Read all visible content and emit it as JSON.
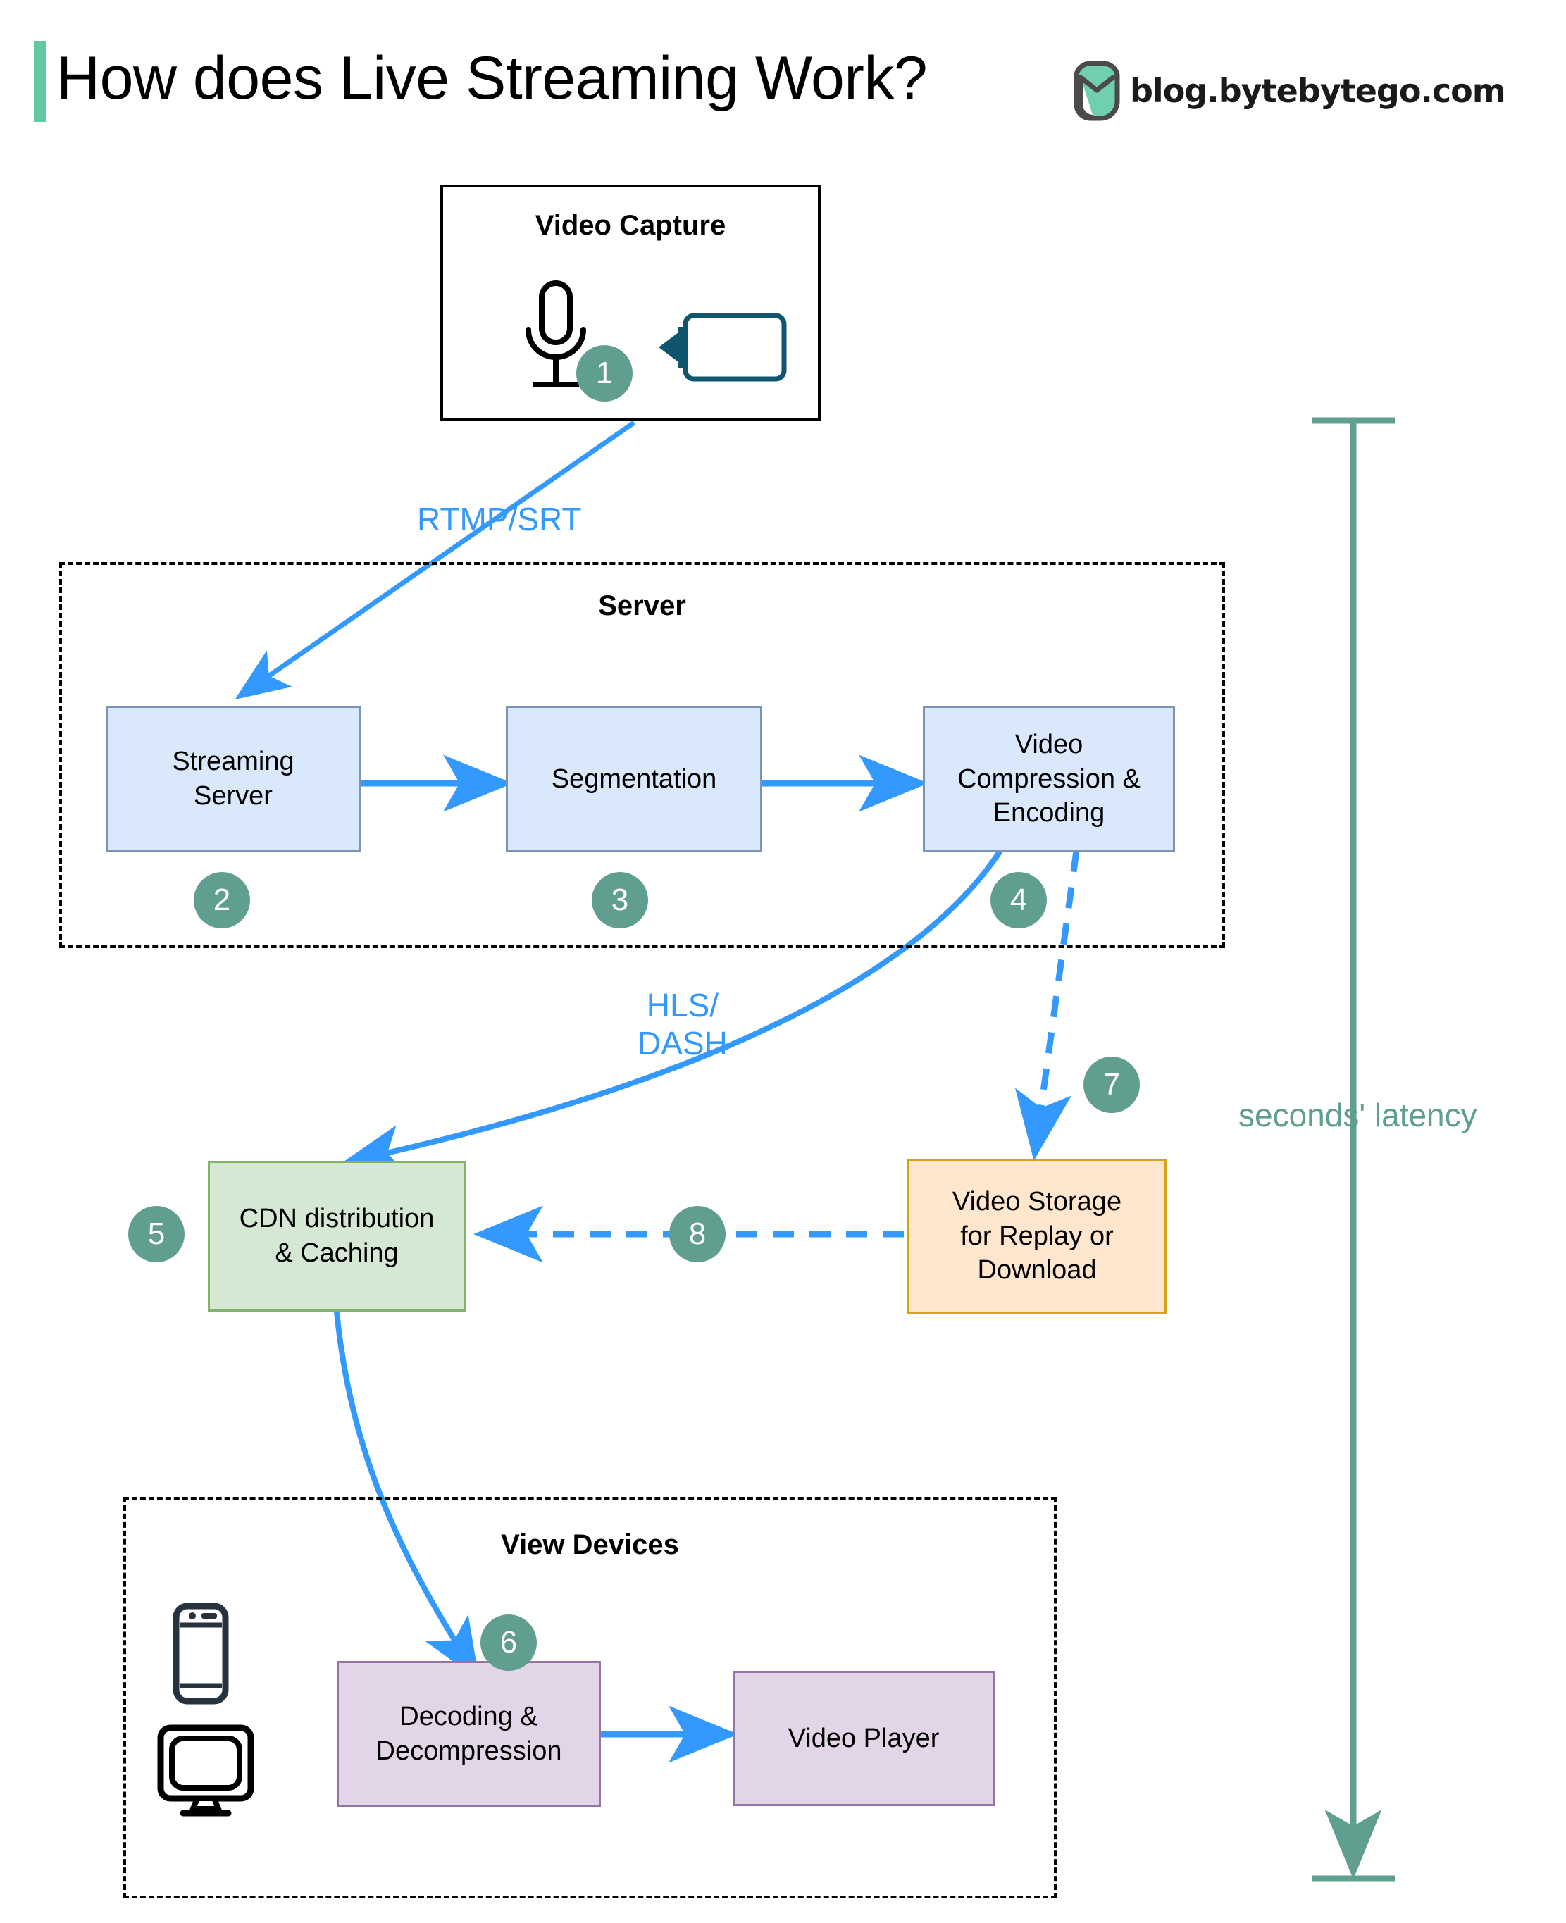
{
  "header": {
    "title": "How does Live Streaming Work?",
    "brand_text": "blog.bytebytego.com",
    "accent_color": "#63c7a0",
    "logo_icon": "bytebytego-logo-icon"
  },
  "diagram": {
    "type": "flowchart",
    "groups": [
      {
        "id": "capture",
        "label": "Video Capture",
        "style": "solid-border"
      },
      {
        "id": "server",
        "label": "Server",
        "style": "dashed-border"
      },
      {
        "id": "view_devices",
        "label": "View Devices",
        "style": "dashed-border"
      }
    ],
    "nodes": [
      {
        "id": "capture_devices",
        "label": "",
        "badge": "1",
        "group": "capture",
        "icons": [
          "microphone-icon",
          "video-camera-icon"
        ],
        "fill": "#ffffff"
      },
      {
        "id": "streaming_server",
        "label": "Streaming\nServer",
        "badge": "2",
        "group": "server",
        "fill": "#dae8fc",
        "stroke": "#7d93b5"
      },
      {
        "id": "segmentation",
        "label": "Segmentation",
        "badge": "3",
        "group": "server",
        "fill": "#dae8fc",
        "stroke": "#7d93b5"
      },
      {
        "id": "encoding",
        "label": "Video\nCompression &\nEncoding",
        "badge": "4",
        "group": "server",
        "fill": "#dae8fc",
        "stroke": "#7d93b5"
      },
      {
        "id": "cdn",
        "label": "CDN distribution\n& Caching",
        "badge": "5",
        "group": null,
        "fill": "#d5e8d4",
        "stroke": "#82b366"
      },
      {
        "id": "storage",
        "label": "Video Storage\nfor Replay or\nDownload",
        "badge": null,
        "group": null,
        "fill": "#ffe6cc",
        "stroke": "#d6a217"
      },
      {
        "id": "decoding",
        "label": "Decoding &\nDecompression",
        "badge": "6",
        "group": "view_devices",
        "fill": "#e1d5e7",
        "stroke": "#9673a6"
      },
      {
        "id": "player",
        "label": "Video Player",
        "badge": null,
        "group": "view_devices",
        "fill": "#e1d5e7",
        "stroke": "#9673a6"
      }
    ],
    "edges": [
      {
        "from": "capture_devices",
        "to": "streaming_server",
        "label": "RTMP/SRT",
        "style": "solid",
        "color": "#3399ff"
      },
      {
        "from": "streaming_server",
        "to": "segmentation",
        "label": "",
        "style": "solid",
        "color": "#3399ff"
      },
      {
        "from": "segmentation",
        "to": "encoding",
        "label": "",
        "style": "solid",
        "color": "#3399ff"
      },
      {
        "from": "encoding",
        "to": "cdn",
        "label": "HLS/\nDASH",
        "style": "solid",
        "color": "#3399ff"
      },
      {
        "from": "encoding",
        "to": "storage",
        "label": "",
        "style": "dashed",
        "badge": "7",
        "color": "#3399ff"
      },
      {
        "from": "storage",
        "to": "cdn",
        "label": "",
        "style": "dashed",
        "badge": "8",
        "color": "#3399ff"
      },
      {
        "from": "cdn",
        "to": "decoding",
        "label": "",
        "style": "solid",
        "color": "#3399ff"
      },
      {
        "from": "decoding",
        "to": "player",
        "label": "",
        "style": "solid",
        "color": "#3399ff"
      }
    ],
    "badges": {
      "b1": "1",
      "b2": "2",
      "b3": "3",
      "b4": "4",
      "b5": "5",
      "b6": "6",
      "b7": "7",
      "b8": "8",
      "color": "#609e90"
    },
    "labels": {
      "rtmp_srt": "RTMP/SRT",
      "hls_dash": "HLS/\nDASH"
    },
    "annotation": {
      "latency_label": "seconds' latency",
      "latency_color": "#609e90"
    },
    "device_icons": [
      "smartphone-icon",
      "desktop-monitor-icon"
    ]
  }
}
